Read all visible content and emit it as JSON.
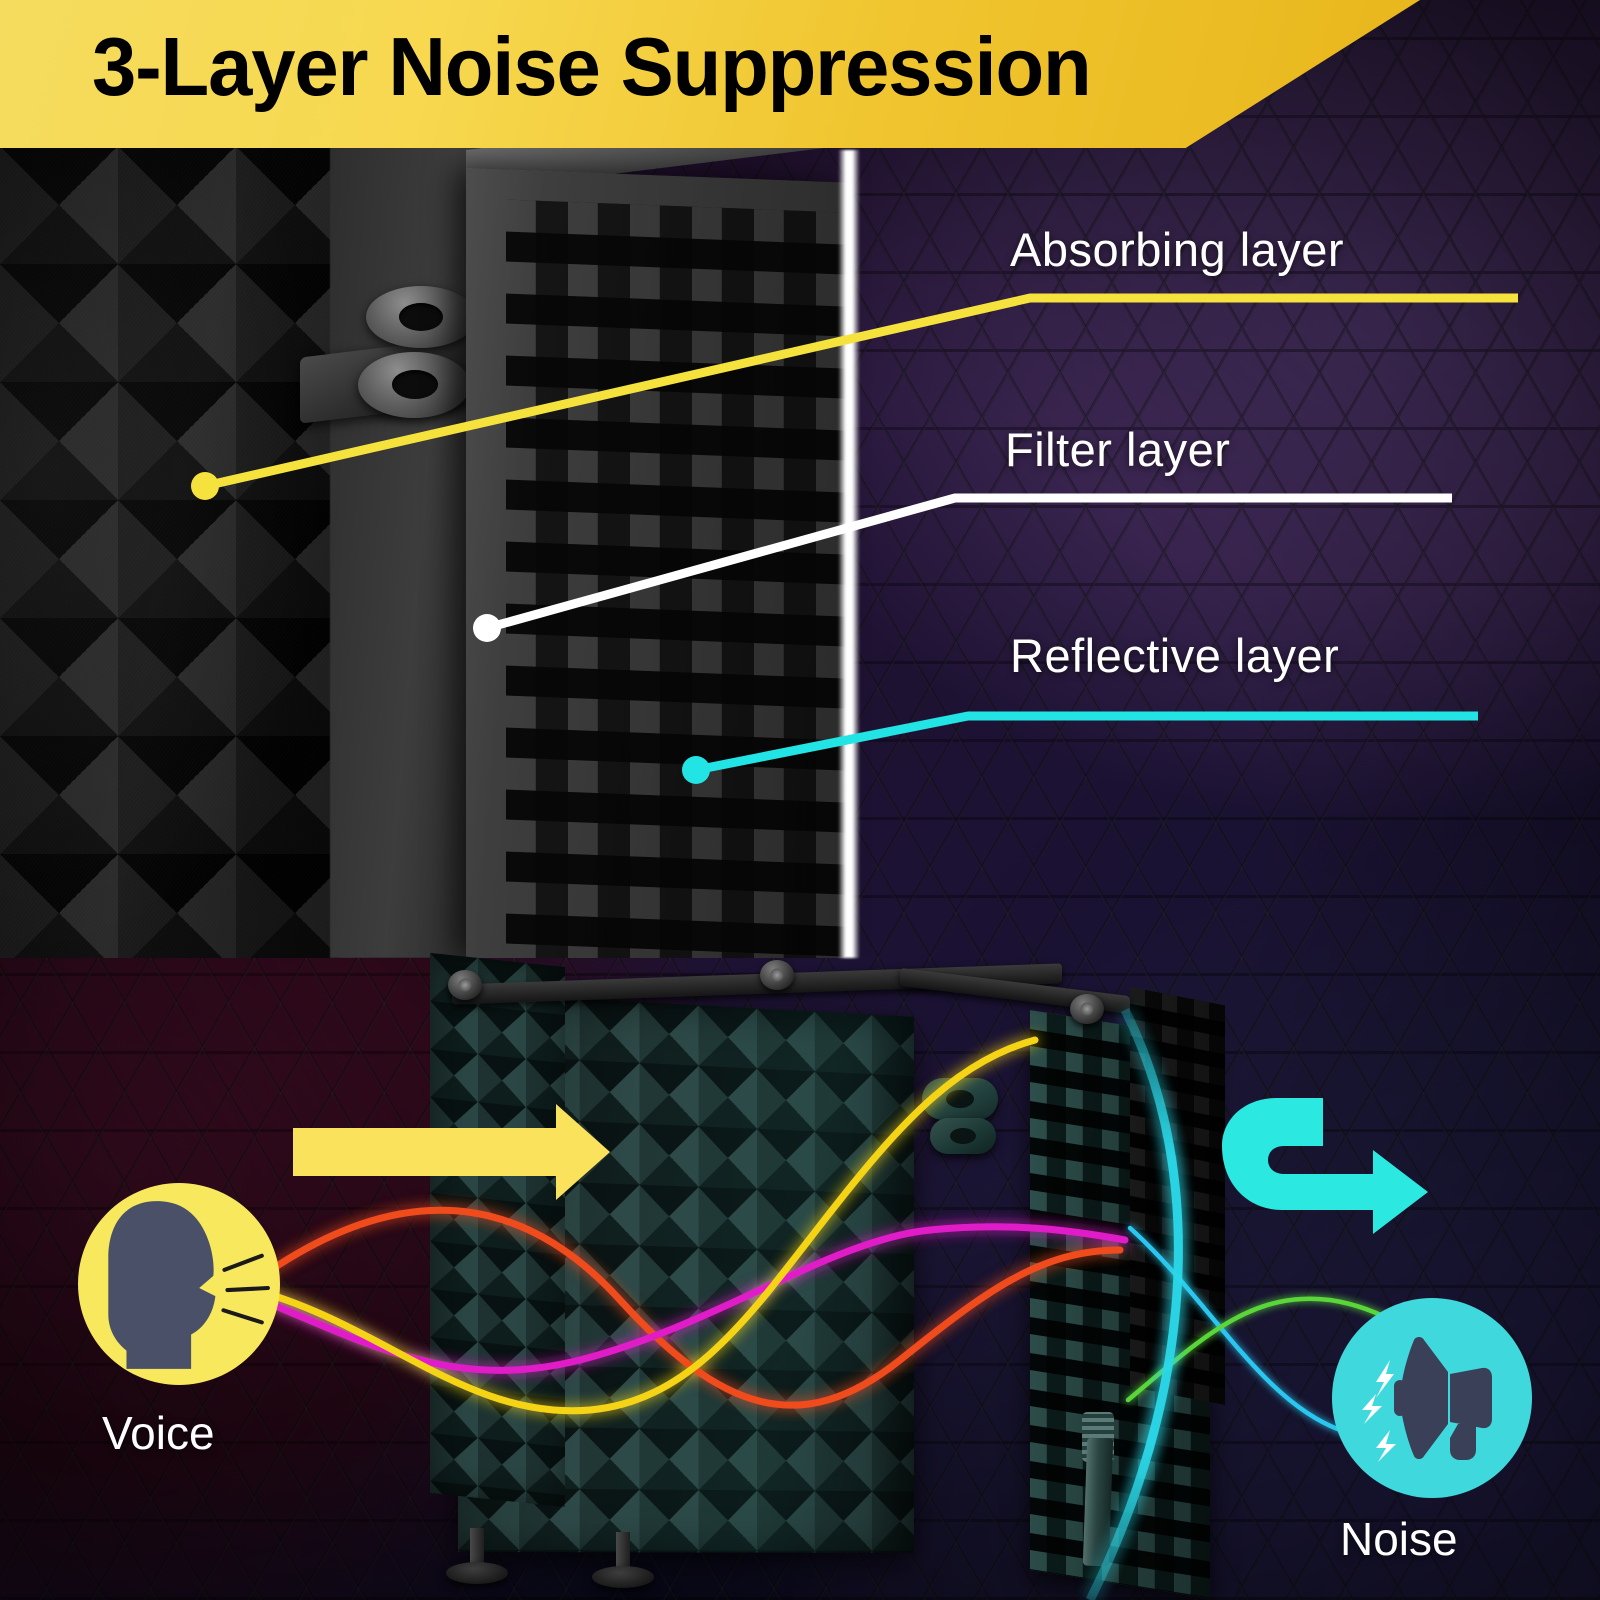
{
  "banner": {
    "title": "3-Layer Noise Suppression",
    "gradient_start": "#f5dc5e",
    "gradient_end": "#e8b61c",
    "text_color": "#000000"
  },
  "callouts": [
    {
      "id": "absorbing",
      "label": "Absorbing layer",
      "color": "#f5e23c",
      "dot_color": "#f5e23c"
    },
    {
      "id": "filter",
      "label": "Filter layer",
      "color": "#ffffff",
      "dot_color": "#ffffff"
    },
    {
      "id": "reflective",
      "label": "Reflective layer",
      "color": "#22e4e4",
      "dot_color": "#22e4e4"
    }
  ],
  "flow": {
    "voice": {
      "caption": "Voice",
      "icon": "speaking-head-icon",
      "badge_color": "#f7e85e",
      "figure_color": "#4a5068"
    },
    "noise": {
      "caption": "Noise",
      "icon": "megaphone-icon",
      "badge_color": "#3fd9dd",
      "figure_color": "#3a4057"
    },
    "in_arrow": {
      "icon": "arrow-right-icon",
      "color": "#fbe25c"
    },
    "out_arrow": {
      "icon": "u-turn-arrow-icon",
      "color": "#2be8e0"
    }
  },
  "waves": {
    "incoming": [
      {
        "name": "wave-orange",
        "color": "#f04c1e"
      },
      {
        "name": "wave-magenta",
        "color": "#e01fc8"
      },
      {
        "name": "wave-yellow",
        "color": "#f5d419"
      }
    ],
    "outgoing": [
      {
        "name": "wave-cyan",
        "color": "#2bc6f0"
      },
      {
        "name": "wave-green",
        "color": "#5ad63a"
      }
    ]
  },
  "product": {
    "top_photo": "perforated-panel-and-acoustic-foam-closeup",
    "bottom_photo": "microphone-isolation-shield",
    "reflection_arc_color": "#2bd8e8",
    "glow_strip_color": "#ffffff"
  },
  "background": {
    "pattern": "hexagon-honeycomb",
    "corner_purple": "#4a3266",
    "corner_maroon": "#2a0818",
    "corner_navy": "#231f48"
  }
}
